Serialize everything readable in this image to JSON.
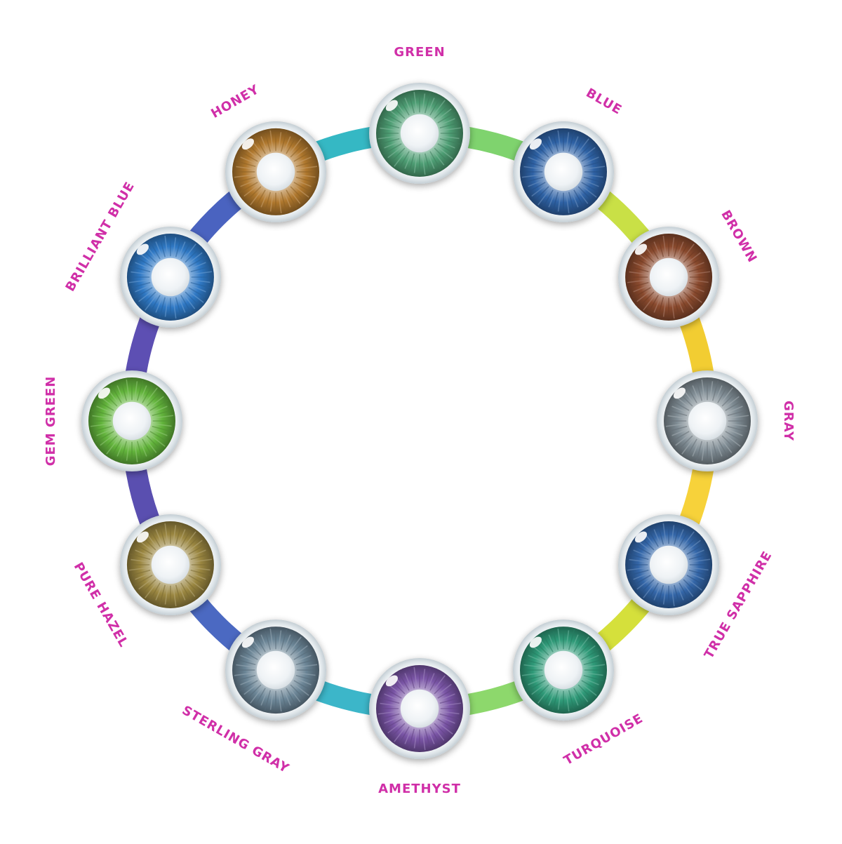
{
  "lenses": [
    {
      "name": "GREEN",
      "iris": "#4e9e74",
      "ring_after": "#7fd36e"
    },
    {
      "name": "BLUE",
      "iris": "#2f63a6",
      "ring_after": "#c9e046"
    },
    {
      "name": "BROWN",
      "iris": "#8a4a2e",
      "ring_after": "#f2cd32"
    },
    {
      "name": "GRAY",
      "iris": "#7f8c94",
      "ring_after": "#f7d23a"
    },
    {
      "name": "TRUE SAPPHIRE",
      "iris": "#3366a8",
      "ring_after": "#d5e03b"
    },
    {
      "name": "TURQUOISE",
      "iris": "#2f9a78",
      "ring_after": "#8dd86c"
    },
    {
      "name": "AMETHYST",
      "iris": "#7a55a6",
      "ring_after": "#3cb6c9"
    },
    {
      "name": "STERLING GRAY",
      "iris": "#6b8596",
      "ring_after": "#4b69c2"
    },
    {
      "name": "PURE HAZEL",
      "iris": "#9a8640",
      "ring_after": "#5a4fb0"
    },
    {
      "name": "GEM GREEN",
      "iris": "#63b43c",
      "ring_after": "#5d4fb3"
    },
    {
      "name": "BRILLIANT BLUE",
      "iris": "#2f78c4",
      "ring_after": "#4a63c0"
    },
    {
      "name": "HONEY",
      "iris": "#b0782e",
      "ring_after": "#35b8c4"
    }
  ],
  "colors": {
    "label": "#d02fa8",
    "pupil": "#f4f6f8",
    "rim": "#e3e8ec"
  }
}
